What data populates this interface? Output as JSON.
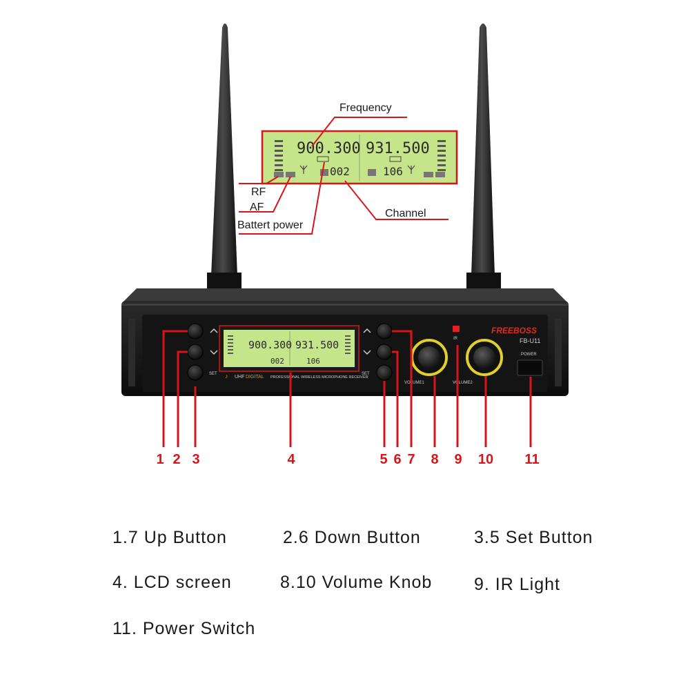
{
  "callouts": {
    "frequency": "Frequency",
    "rf": "RF",
    "af": "AF",
    "battery": "Battert power",
    "channel": "Channel"
  },
  "lcd": {
    "freq_a": "900.300",
    "freq_b": "931.500",
    "channel_a": "002",
    "channel_b": "106"
  },
  "device": {
    "brand": "FREEBOSS",
    "model": "FB-U11",
    "power_label": "POWER",
    "ir_label": "IR",
    "set_label": "SET",
    "volume1_label": "VOLUME1",
    "volume2_label": "VOLUME2",
    "strip_uhf": "UHF",
    "strip_digital": "DIGITAL",
    "strip_text": "PROFESSIONAL WIRELESS MICROPHONE RECEIVER"
  },
  "numbers": [
    "1",
    "2",
    "3",
    "4",
    "5",
    "6",
    "7",
    "8",
    "9",
    "10",
    "11"
  ],
  "legend": [
    "1.7 Up Button",
    "2.6 Down Button",
    "3.5 Set Button",
    "4. LCD screen",
    "8.10 Volume Knob",
    "9. IR Light",
    "11. Power Switch"
  ],
  "colors": {
    "callout_red": "#d8141b",
    "lcd_green": "#c6e48a",
    "panel_black": "#141414"
  }
}
